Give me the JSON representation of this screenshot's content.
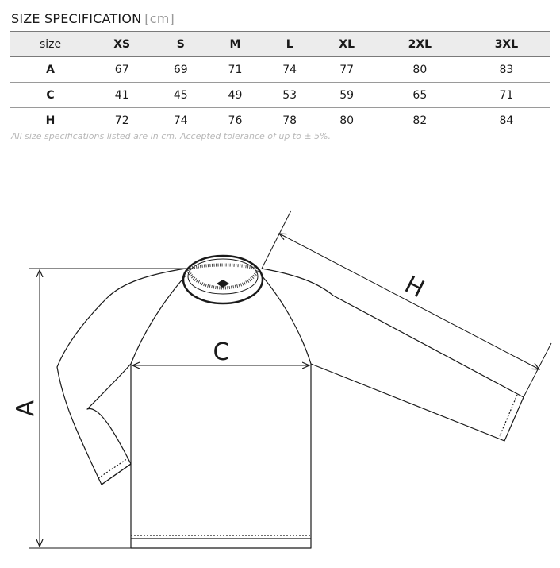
{
  "title": {
    "main": "SIZE SPECIFICATION",
    "unit": "[cm]"
  },
  "table": {
    "header": [
      "size",
      "XS",
      "S",
      "M",
      "L",
      "XL",
      "2XL",
      "3XL"
    ],
    "rows": [
      {
        "label": "A",
        "values": [
          "67",
          "69",
          "71",
          "74",
          "77",
          "80",
          "83"
        ]
      },
      {
        "label": "C",
        "values": [
          "41",
          "45",
          "49",
          "53",
          "59",
          "65",
          "71"
        ]
      },
      {
        "label": "H",
        "values": [
          "72",
          "74",
          "76",
          "78",
          "80",
          "82",
          "84"
        ]
      }
    ]
  },
  "note": "All size specifications listed are in cm. Accepted tolerance of up to ± 5%.",
  "diagram": {
    "label_a": "A",
    "label_c": "C",
    "label_h": "H"
  }
}
